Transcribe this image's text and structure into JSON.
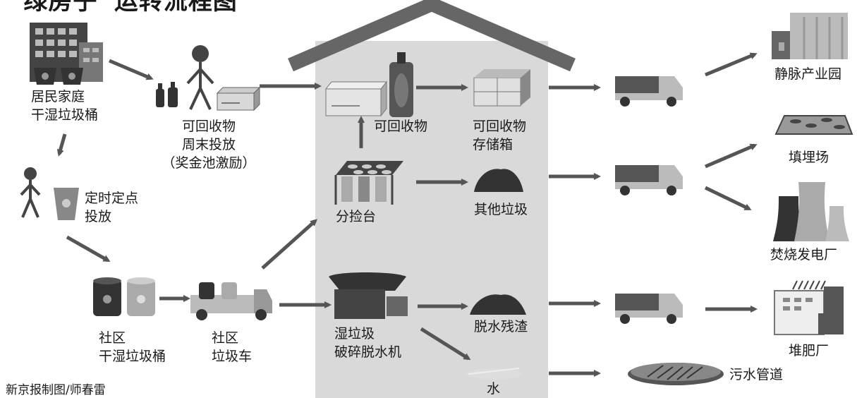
{
  "title": "“绿房子”运转流程图",
  "credit": "新京报制图/师春雷",
  "nodes": {
    "household": [
      "居民家庭",
      "干湿垃圾桶"
    ],
    "recyclable_drop": [
      "可回收物",
      "周末投放",
      "（奖金池激励）"
    ],
    "scheduled_drop": [
      "定时定点",
      "投放"
    ],
    "community_bins": [
      "社区",
      "干湿垃圾桶"
    ],
    "community_truck": [
      "社区",
      "垃圾车"
    ],
    "recyclables": [
      "可回收物"
    ],
    "recyclable_storage": [
      "可回收物",
      "存储箱"
    ],
    "sorting_table": [
      "分捡台"
    ],
    "other_waste": [
      "其他垃圾"
    ],
    "wet_crusher": [
      "湿垃圾",
      "破碎脱水机"
    ],
    "dewatered_residue": [
      "脱水残渣"
    ],
    "water": [
      "水"
    ],
    "industrial_park": [
      "静脉产业园"
    ],
    "landfill": [
      "填埋场"
    ],
    "incineration_plant": [
      "焚烧发电厂"
    ],
    "composting_plant": [
      "堆肥厂"
    ],
    "sewer": [
      "污水管道"
    ]
  },
  "colors": {
    "house_fill": "#d9d9d9",
    "roof": "#666666",
    "arrow": "#555555",
    "dark": "#444444",
    "mid": "#888888",
    "light": "#bbbbbb"
  }
}
